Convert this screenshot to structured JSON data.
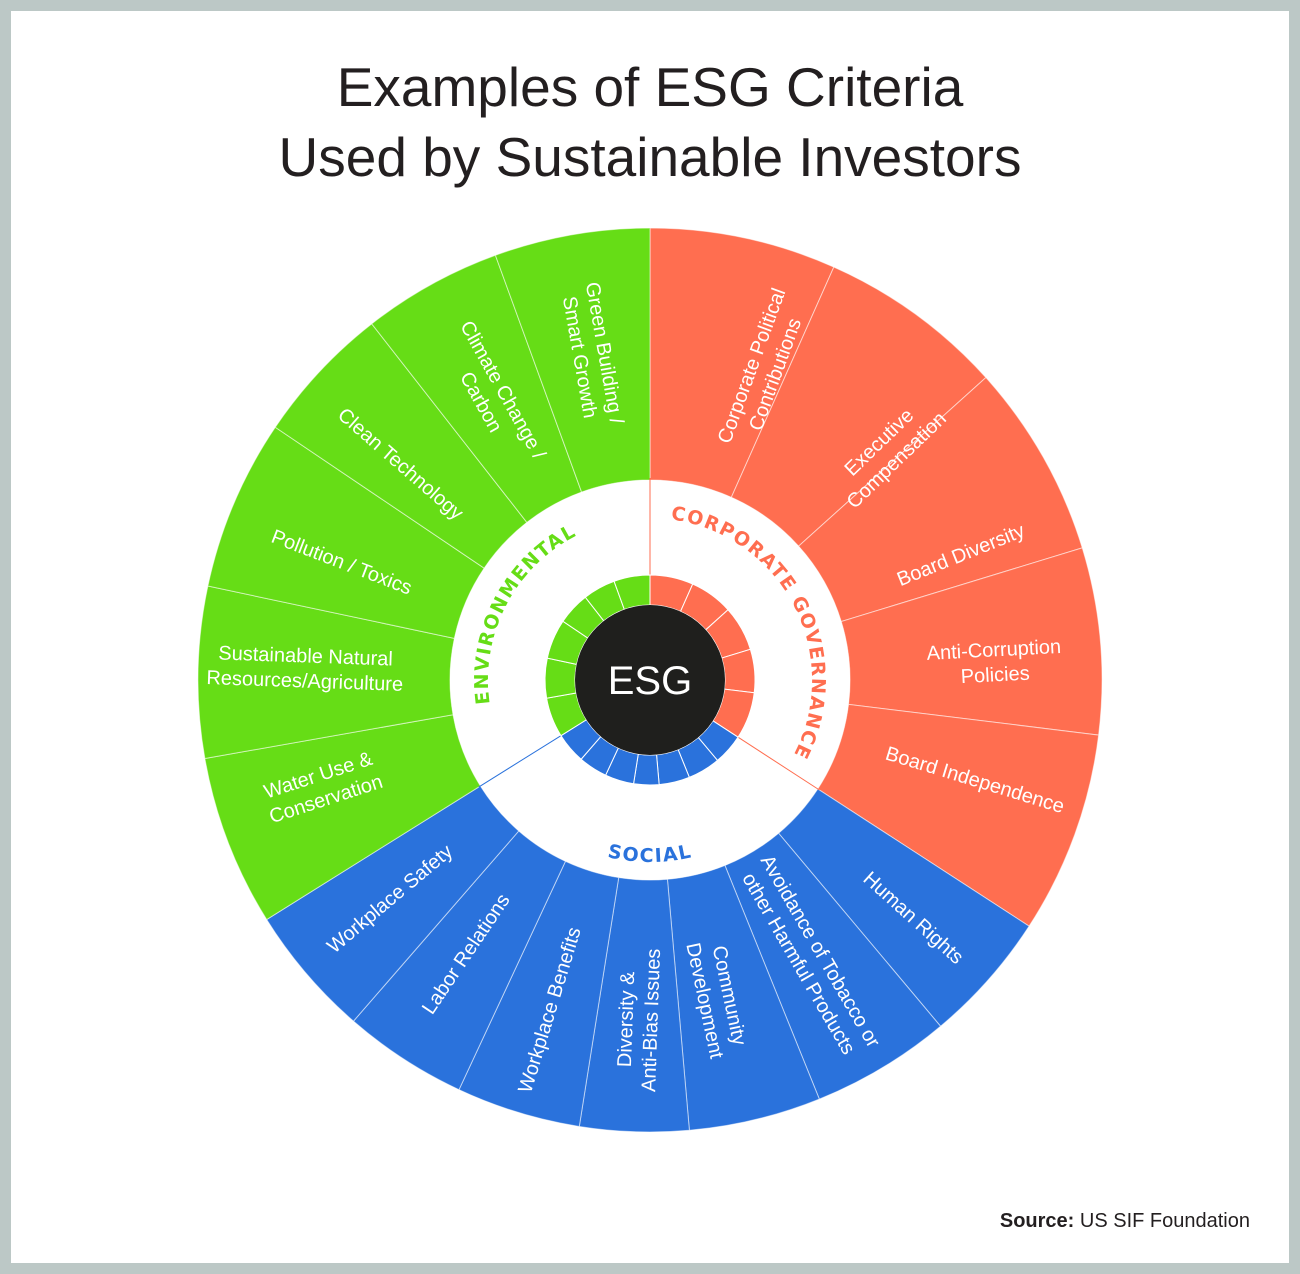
{
  "title": {
    "line1": "Examples of ESG Criteria",
    "line2": "Used by Sustainable Investors"
  },
  "center_label": "ESG",
  "colors": {
    "environmental": "#66dd16",
    "governance": "#ff6e50",
    "social": "#2a72dc",
    "center": "#1f1f1d",
    "background": "#ffffff",
    "border": "#bcc8c6"
  },
  "pillars": {
    "environmental": {
      "label": "ENVIRONMENTAL",
      "items": [
        [
          "Green Building /",
          "Smart Growth"
        ],
        [
          "Climate Change /",
          "Carbon"
        ],
        [
          "Clean Technology"
        ],
        [
          "Pollution / Toxics"
        ],
        [
          "Sustainable Natural",
          "Resources/Agriculture"
        ],
        [
          "Water Use &",
          "Conservation"
        ]
      ]
    },
    "governance": {
      "label": "CORPORATE GOVERNANCE",
      "items": [
        [
          "Corporate Political",
          "Contributions"
        ],
        [
          "Executive",
          "Compensation"
        ],
        [
          "Board Diversity"
        ],
        [
          "Anti-Corruption",
          "Policies"
        ],
        [
          "Board Independence"
        ]
      ]
    },
    "social": {
      "label": "SOCIAL",
      "items": [
        [
          "Human Rights"
        ],
        [
          "Avoidance of Tobacco or",
          "other Harmful Products"
        ],
        [
          "Community",
          "Development"
        ],
        [
          "Diversity &",
          "Anti-Bias Issues"
        ],
        [
          "Workplace Benefits"
        ],
        [
          "Labor Relations"
        ],
        [
          "Workplace Safety"
        ]
      ]
    }
  },
  "source": {
    "label": "Source:",
    "text": "US SIF Foundation"
  }
}
